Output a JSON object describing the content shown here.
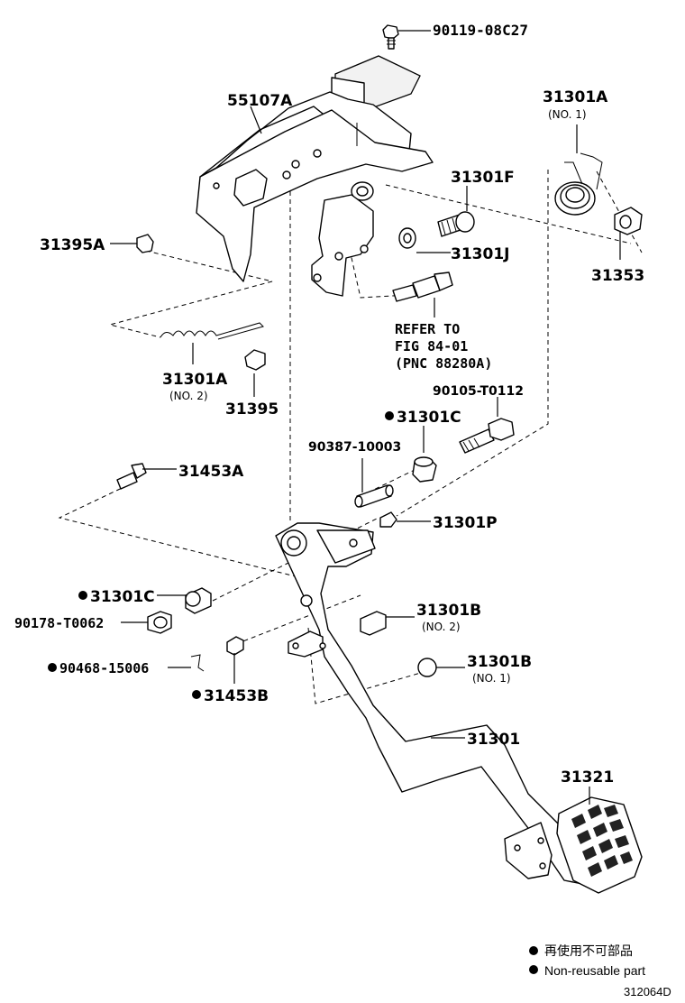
{
  "labels": {
    "bolt_top": "90119-08C27",
    "bracket": "55107A",
    "spring_no1": "31301A",
    "spring_no1_sub": "(NO. 1)",
    "pin_f": "31301F",
    "bushing_j": "31301J",
    "cushion_31395a": "31395A",
    "clip_31353": "31353",
    "refer_line1": "REFER TO",
    "refer_line2": "FIG 84-01",
    "refer_line3": "(PNC 88280A)",
    "spring_no2": "31301A",
    "spring_no2_sub": "(NO. 2)",
    "clip_31395": "31395",
    "bolt_90105": "90105-T0112",
    "bushing_c_top": "31301C",
    "collar_90387": "90387-10003",
    "bolt_31453a": "31453A",
    "clip_31301p": "31301P",
    "bushing_c_left": "31301C",
    "nut_90178": "90178-T0062",
    "stopper_b_no2": "31301B",
    "stopper_b_no2_sub": "(NO. 2)",
    "pin_90468": "90468-15006",
    "stopper_b_no1": "31301B",
    "stopper_b_no1_sub": "(NO. 1)",
    "bushing_31453b": "31453B",
    "pedal_arm": "31301",
    "pad": "31321"
  },
  "legend": {
    "line_cn": "再使用不可部品",
    "line_en": "Non-reusable part"
  },
  "figure_code": "312064D"
}
